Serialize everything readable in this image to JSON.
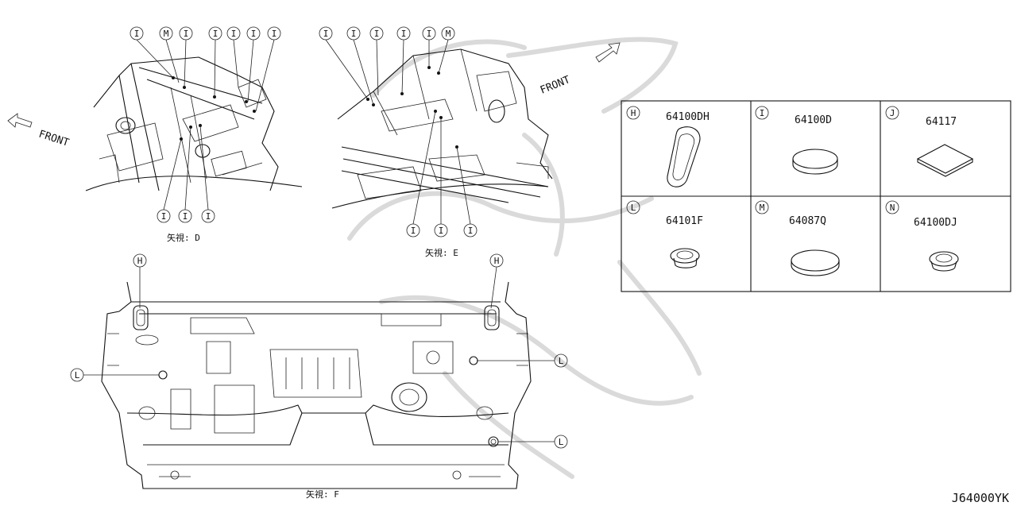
{
  "views": [
    {
      "id": "D",
      "caption": "矢視: D",
      "front_label": "FRONT"
    },
    {
      "id": "E",
      "caption": "矢視: E",
      "front_label": "FRONT"
    },
    {
      "id": "F",
      "caption": "矢視: F"
    }
  ],
  "callouts": {
    "view_d": [
      "I",
      "M",
      "I",
      "I",
      "I",
      "I",
      "I",
      "I",
      "I",
      "I"
    ],
    "view_e": [
      "I",
      "I",
      "I",
      "I",
      "I",
      "M",
      "I",
      "I",
      "I"
    ],
    "view_f": [
      "H",
      "H",
      "L",
      "L",
      "L"
    ]
  },
  "parts_table": {
    "cells": [
      {
        "key": "H",
        "part_no": "64100DH",
        "shape": "oval-ring"
      },
      {
        "key": "I",
        "part_no": "64100D",
        "shape": "disc"
      },
      {
        "key": "J",
        "part_no": "64117",
        "shape": "square-pad"
      },
      {
        "key": "L",
        "part_no": "64101F",
        "shape": "grommet"
      },
      {
        "key": "M",
        "part_no": "64087Q",
        "shape": "disc"
      },
      {
        "key": "N",
        "part_no": "64100DJ",
        "shape": "grommet"
      }
    ]
  },
  "diagram_code": "J64000YK",
  "colors": {
    "line": "#111111",
    "watermark": "#d6d6d6",
    "background": "#ffffff"
  }
}
